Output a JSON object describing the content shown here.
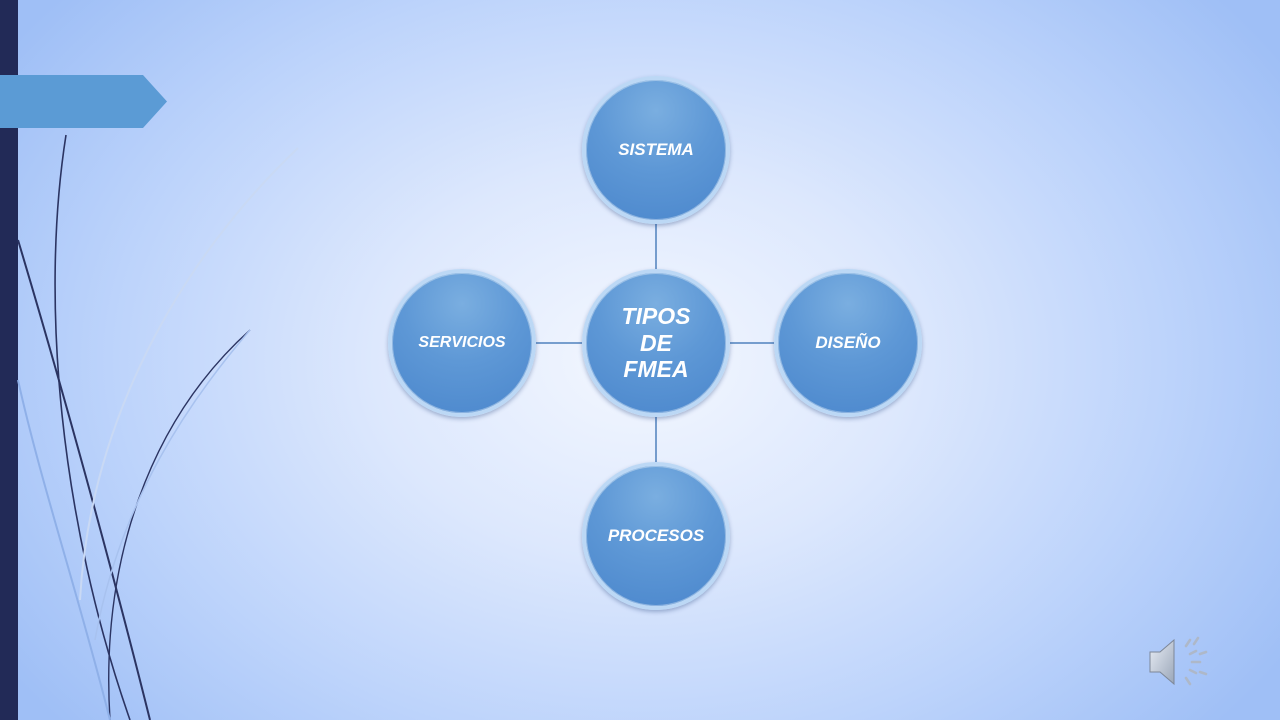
{
  "diagram": {
    "center": "TIPOS DE FMEA",
    "nodes": [
      "SISTEMA",
      "DISEÑO",
      "PROCESOS",
      "SERVICIOS"
    ]
  },
  "icons": {
    "audio": "speaker-icon"
  },
  "colors": {
    "left_bar": "#222a57",
    "title_arrow": "#5b9bd5",
    "node_fill": "#5b9bd5",
    "node_border": "#bcd8f5",
    "connector": "#4f81bd"
  }
}
